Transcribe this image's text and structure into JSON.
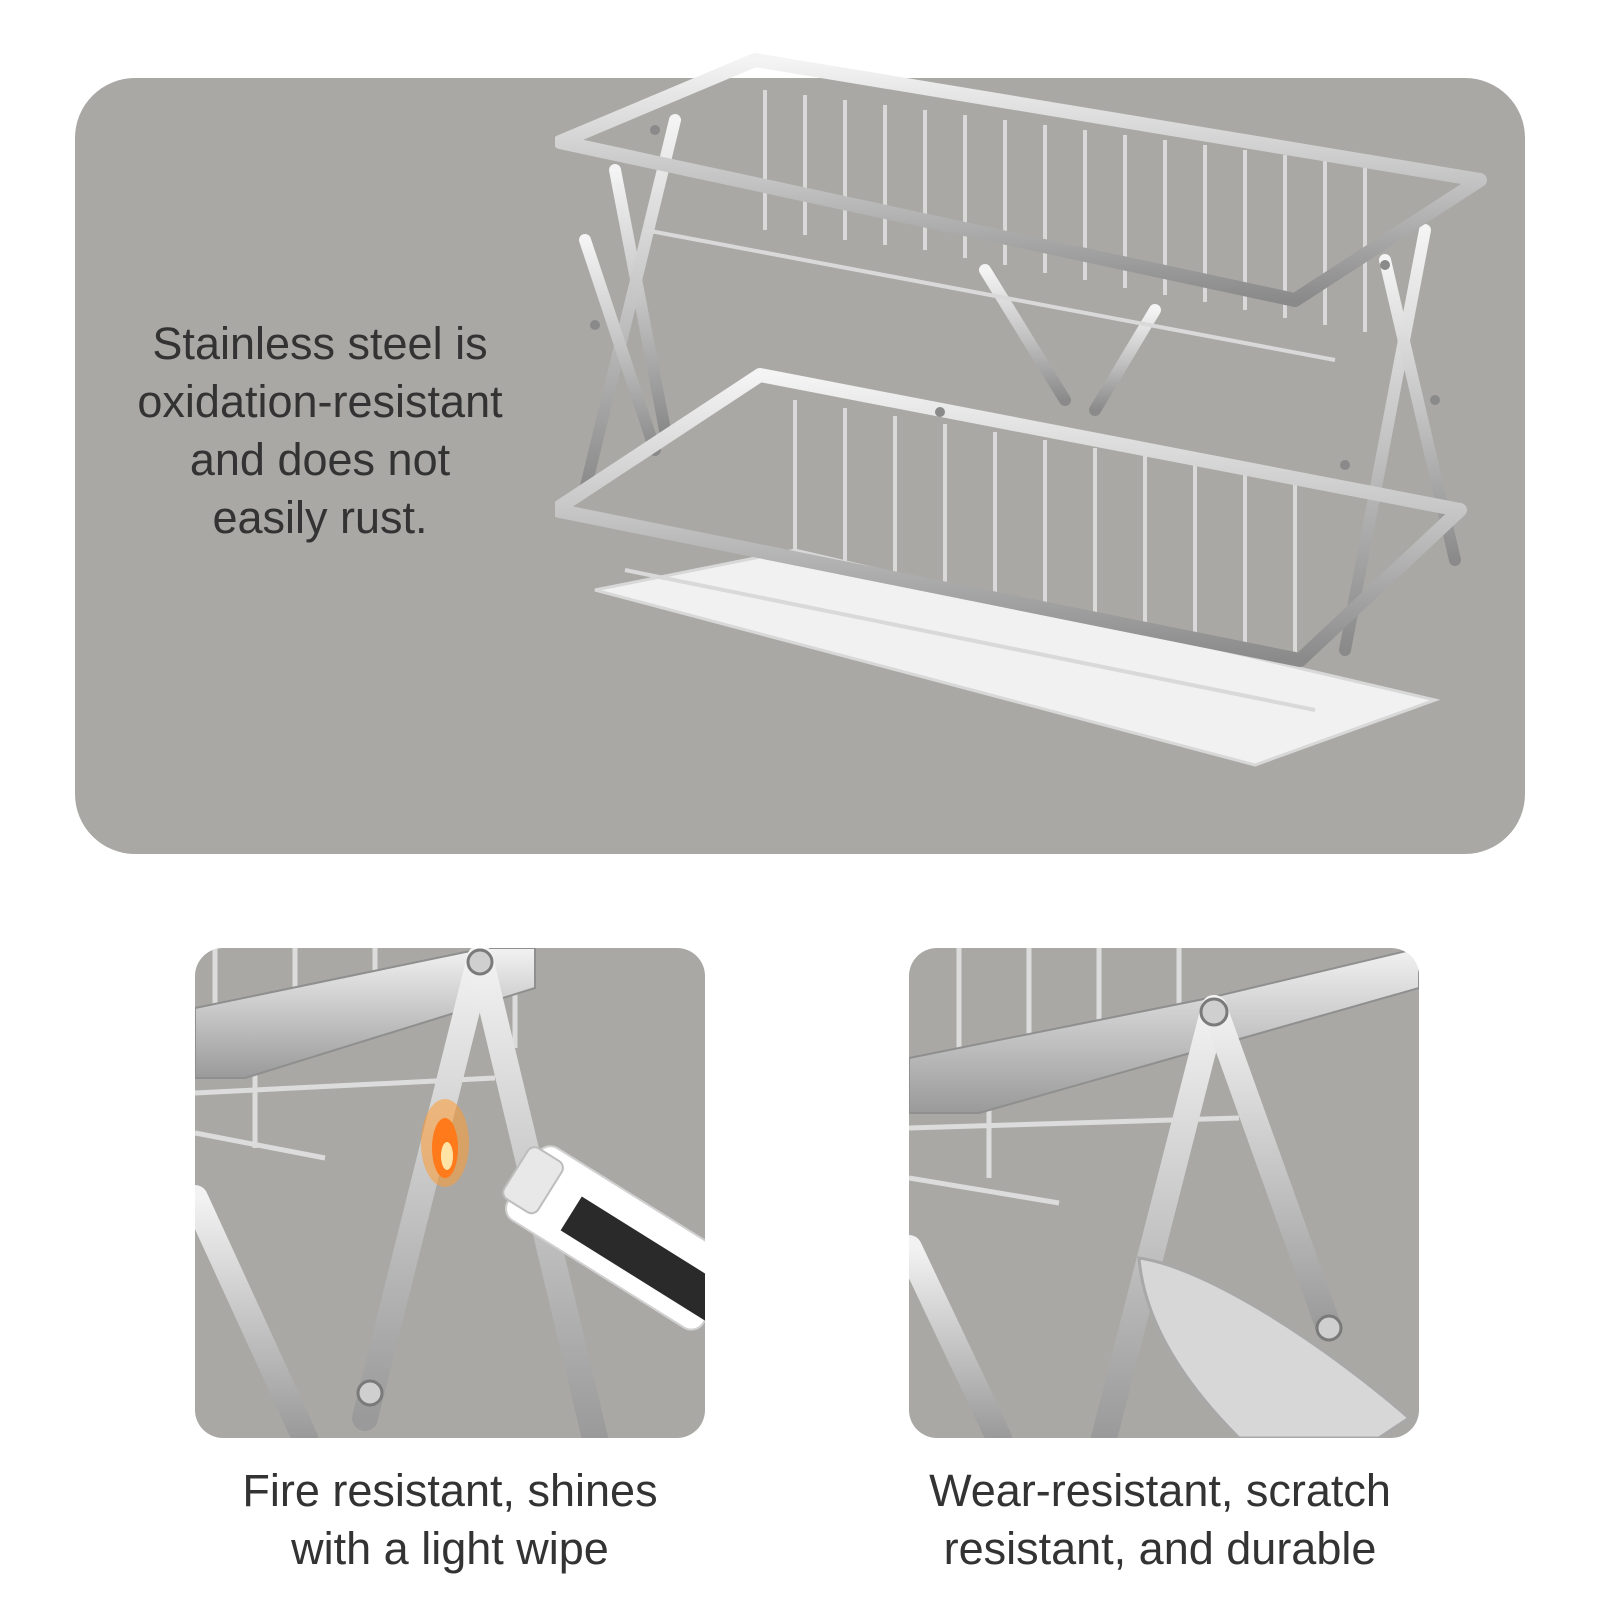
{
  "colors": {
    "panel_background": "#a9a8a5",
    "steel_light": "#e6e6e6",
    "steel_mid": "#b8b8b8",
    "steel_dark": "#7c7c7c",
    "drip_tray": "#f1f1f1",
    "text": "#333333",
    "flame": "#ff7a1a"
  },
  "hero": {
    "text": "Stainless steel is\noxidation-resistant\nand does not\neasily rust.",
    "image": "two-tier-stainless-dish-rack"
  },
  "features": [
    {
      "image": "lighter-flame-on-rack",
      "caption": "Fire resistant, shines\nwith a light wipe"
    },
    {
      "image": "knife-on-rack",
      "caption": "Wear-resistant, scratch\nresistant, and durable"
    }
  ]
}
